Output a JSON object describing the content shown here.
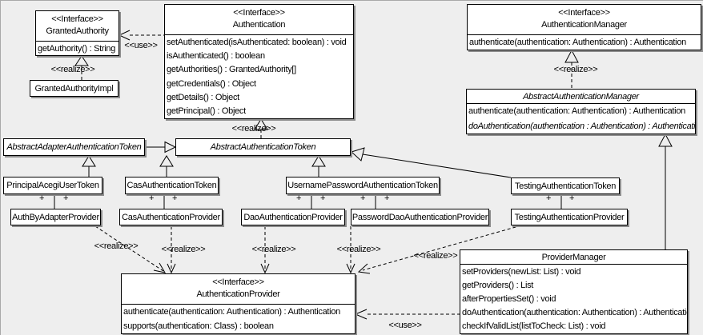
{
  "labels": {
    "use": "<<use>>",
    "realize": "<<realize>>",
    "plus": "+"
  },
  "classes": {
    "granted_authority": {
      "stereotype": "<<Interface>>",
      "name": "GrantedAuthority",
      "methods": [
        "getAuthority() : String"
      ]
    },
    "granted_authority_impl": {
      "name": "GrantedAuthorityImpl"
    },
    "authentication": {
      "stereotype": "<<Interface>>",
      "name": "Authentication",
      "methods": [
        "setAuthenticated(isAuthenticated: boolean) : void",
        "isAuthenticated() : boolean",
        "getAuthorities() : GrantedAuthority[]",
        "getCredentials() : Object",
        "getDetails() : Object",
        "getPrincipal() : Object"
      ]
    },
    "authentication_manager": {
      "stereotype": "<<Interface>>",
      "name": "AuthenticationManager",
      "methods": [
        "authenticate(authentication: Authentication) : Authentication"
      ]
    },
    "abstract_authentication_manager": {
      "name": "AbstractAuthenticationManager",
      "methods": [
        "authenticate(authentication: Authentication) : Authentication",
        "doAuthentication(authentication : Authentication) : Authentication"
      ]
    },
    "abstract_adapter_authentication_token": {
      "name": "AbstractAdapterAuthenticationToken"
    },
    "abstract_authentication_token": {
      "name": "AbstractAuthenticationToken"
    },
    "principal_acegi_user_token": {
      "name": "PrincipalAcegiUserToken"
    },
    "cas_authentication_token": {
      "name": "CasAuthenticationToken"
    },
    "username_password_authentication_token": {
      "name": "UsernamePasswordAuthenticationToken"
    },
    "testing_authentication_token": {
      "name": "TestingAuthenticationToken"
    },
    "auth_by_adapter_provider": {
      "name": "AuthByAdapterProvider"
    },
    "cas_authentication_provider": {
      "name": "CasAuthenticationProvider"
    },
    "dao_authentication_provider": {
      "name": "DaoAuthenticationProvider"
    },
    "password_dao_authentication_provider": {
      "name": "PasswordDaoAuthenticationProvider"
    },
    "testing_authentication_provider": {
      "name": "TestingAuthenticationProvider"
    },
    "authentication_provider": {
      "stereotype": "<<Interface>>",
      "name": "AuthenticationProvider",
      "methods": [
        "authenticate(authentication: Authentication) : Authentication",
        "supports(authentication: Class) : boolean"
      ]
    },
    "provider_manager": {
      "name": "ProviderManager",
      "methods": [
        "setProviders(newList: List) : void",
        "getProviders() : List",
        "afterPropertiesSet() : void",
        "doAuthentication(authentication: Authentication) : Authentication",
        "checkIfValidList(listToCheck: List) : void"
      ]
    }
  },
  "colors": {
    "bg": "#eeeeee",
    "box_fill": "#ffffff",
    "line": "#000000",
    "shadow": "#8d8d8d"
  }
}
